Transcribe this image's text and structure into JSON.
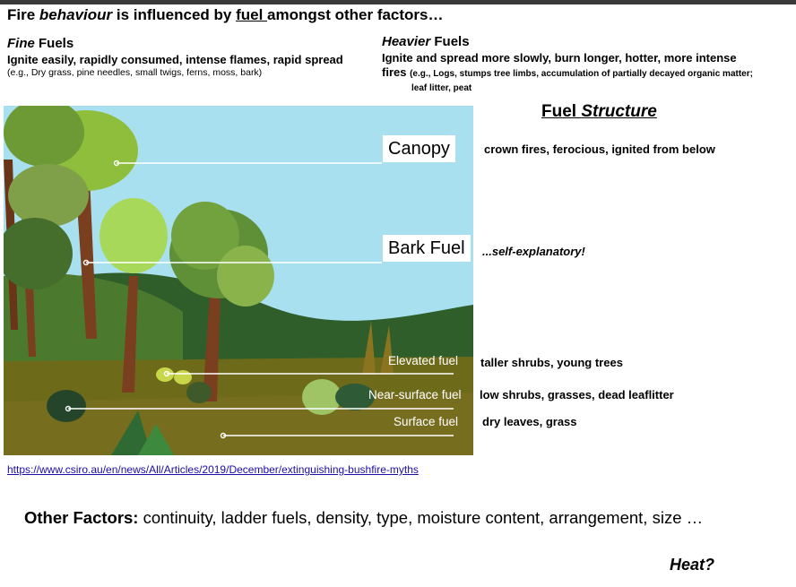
{
  "header": {
    "title_pre": "Fire ",
    "title_italic": "behaviour",
    "title_mid": " is influenced by ",
    "title_underline": "fuel ",
    "title_post": "amongst other factors…"
  },
  "fine": {
    "head_italic": "Fine",
    "head_rest": " Fuels",
    "desc": "Ignite easily, rapidly consumed, intense flames, rapid spread",
    "example": "(e.g., Dry grass, pine needles, small twigs, ferns, moss, bark)"
  },
  "heavier": {
    "head_italic": "Heavier",
    "head_rest": " Fuels",
    "desc_line1": "Ignite and spread more slowly, burn longer, hotter, more intense",
    "desc_line2a": "fires ",
    "desc_line2b": "(e.g., Logs, stumps tree limbs, accumulation of partially decayed organic matter;",
    "desc_line3": "leaf litter, peat"
  },
  "structure": {
    "title_plain": "Fuel ",
    "title_italic": "Structure"
  },
  "layers": {
    "canopy_label": "Canopy",
    "canopy_desc": "crown fires, ferocious, ignited from below",
    "bark_label": "Bark Fuel",
    "bark_desc": "...self-explanatory!",
    "elevated_label": "Elevated fuel",
    "elevated_desc": "taller shrubs, young trees",
    "near_label": "Near-surface fuel",
    "near_desc": "low shrubs, grasses, dead leaflitter",
    "surface_label": "Surface fuel",
    "surface_desc": "dry leaves, grass"
  },
  "source_link": "https://www.csiro.au/en/news/All/Articles/2019/December/extinguishing-bushfire-myths",
  "other": {
    "label": "Other Factors:",
    "text": " continuity, ladder fuels, density, type, moisture content, arrangement, size …"
  },
  "heat": "Heat?",
  "colors": {
    "sky": "#a8e0f0",
    "hill_dark": "#2f5e2a",
    "ground": "#6d6a1a",
    "link": "#1a0dab"
  }
}
